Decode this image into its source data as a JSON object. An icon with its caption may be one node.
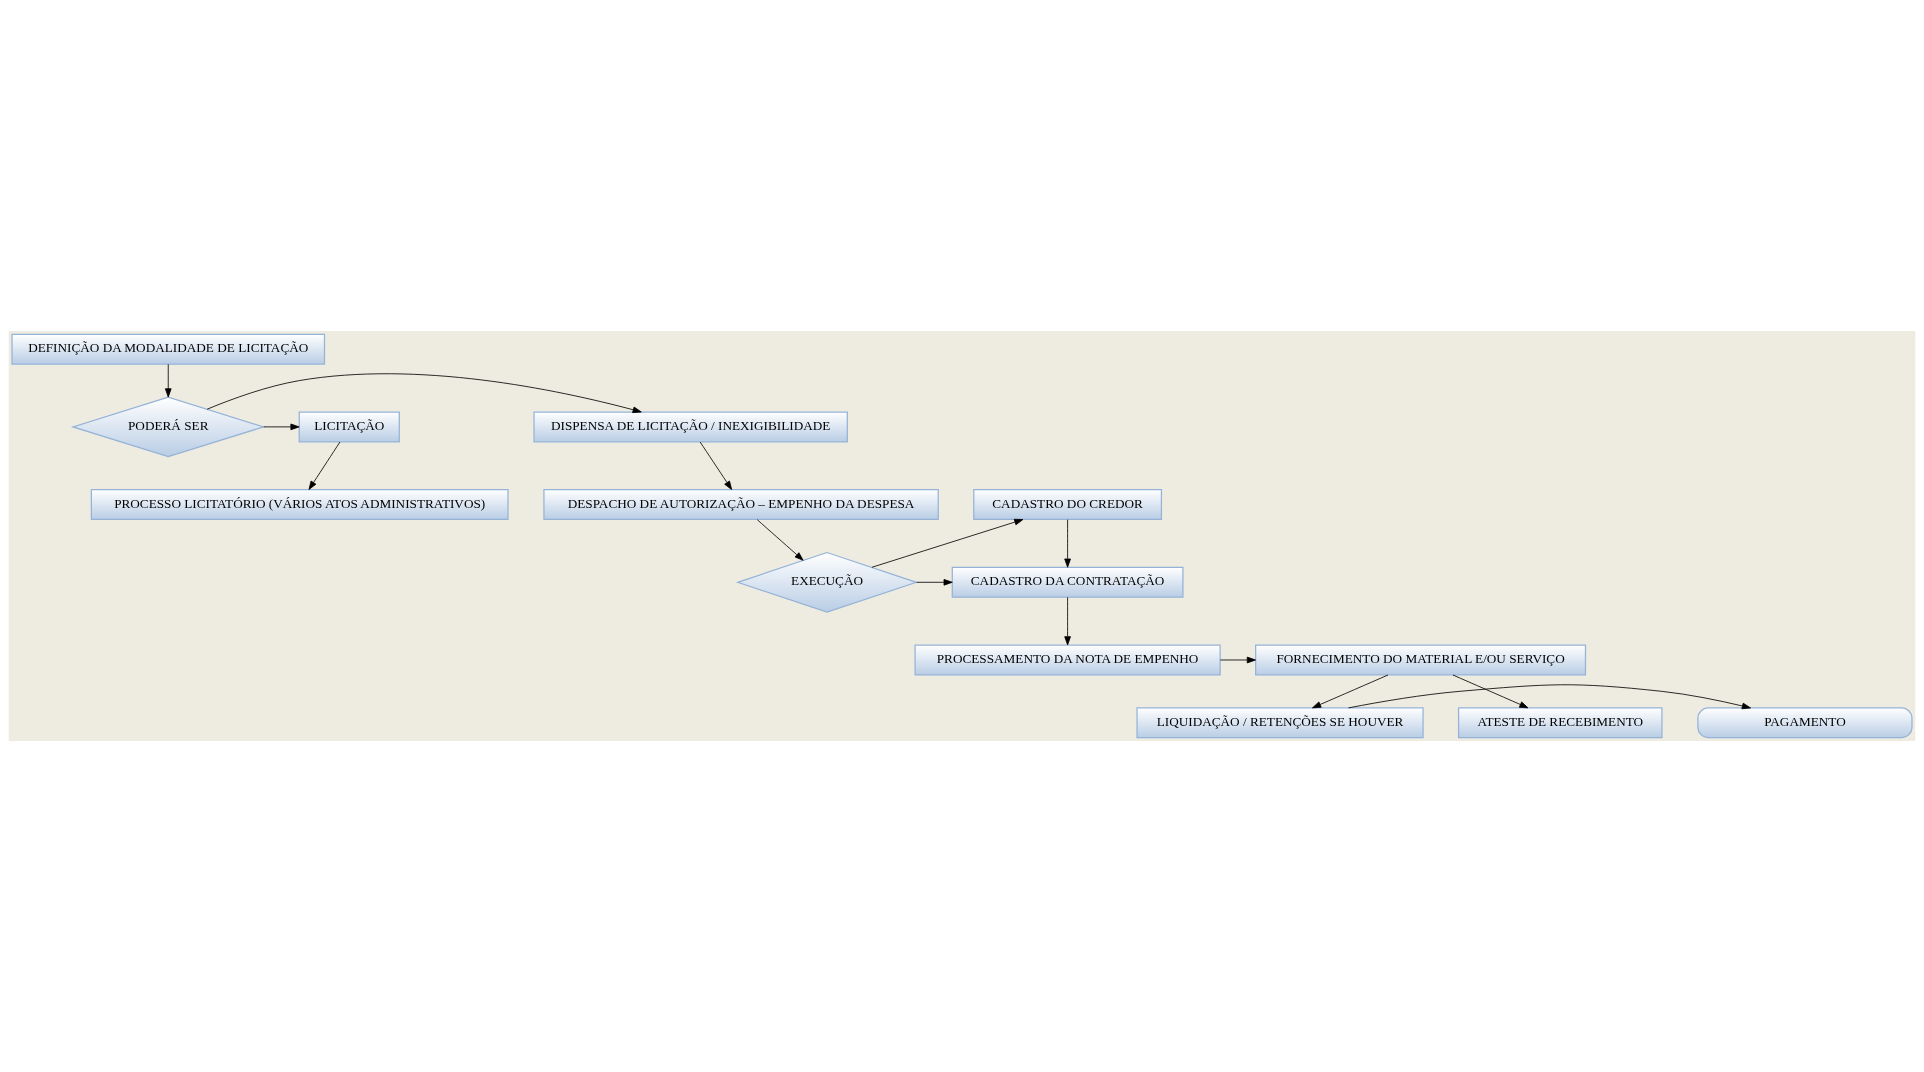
{
  "diagram": {
    "nodes": [
      {
        "text": [
          "DEFINIÇÃO DA MODALIDADE DE LICITAÇÃO"
        ]
      },
      {
        "text": [
          "PODERÁ SER"
        ]
      },
      {
        "text": [
          "DISPENSA DE LICITAÇÃO / INEXIGIBILIDADE"
        ]
      },
      {
        "text": [
          "LICITAÇÃO"
        ]
      },
      {
        "text": [
          "DESPACHO DE AUTORIZAÇÃO – EMPENHO DA DESPESA"
        ]
      },
      {
        "text": [
          "CADASTRO DO CREDOR"
        ]
      },
      {
        "text": [
          "PROCESSO LICITATÓRIO (VÁRIOS ATOS ADMINISTRATIVOS)"
        ]
      },
      {
        "text": [
          "EXECUÇÃO"
        ]
      },
      {
        "text": [
          "CADASTRO DA CONTRATAÇÃO"
        ]
      },
      {
        "text": [
          "FORNECIMENTO DO MATERIAL E/OU SERVIÇO"
        ]
      },
      {
        "text": [
          "PROCESSAMENTO DA NOTA DE EMPENHO"
        ]
      },
      {
        "text": [
          "ATESTE DE RECEBIMENTO"
        ]
      },
      {
        "text": [
          "LIQUIDAÇÃO / RETENÇÕES SE HOUVER"
        ]
      },
      {
        "text": [
          "PAGAMENTO"
        ]
      }
    ],
    "edges": [
      {
        "from": 0,
        "to": 1,
        "arrow": "to"
      },
      {
        "from": 1,
        "to": 2,
        "arrow": "to"
      },
      {
        "from": 1,
        "to": 3,
        "arrow": "to"
      },
      {
        "from": 2,
        "to": 4,
        "arrow": "to"
      },
      {
        "from": 3,
        "to": 6,
        "arrow": "to"
      },
      {
        "from": 4,
        "to": 7,
        "arrow": "to"
      },
      {
        "from": 7,
        "to": 5,
        "arrow": "to"
      },
      {
        "from": 7,
        "to": 8,
        "arrow": "to"
      },
      {
        "from": 5,
        "to": 8,
        "arrow": "to"
      },
      {
        "from": 8,
        "to": 10,
        "arrow": "to"
      },
      {
        "from": 10,
        "to": 9,
        "arrow": "to"
      },
      {
        "from": 9,
        "to": 11,
        "arrow": "to"
      },
      {
        "from": 9,
        "to": 12,
        "arrow": "to"
      },
      {
        "from": 12,
        "to": 13,
        "arrow": "to"
      }
    ]
  }
}
